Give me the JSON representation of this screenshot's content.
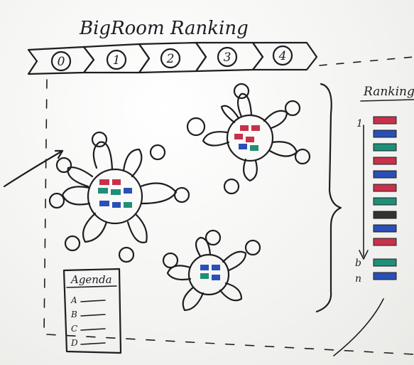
{
  "title": "BigRoom Ranking",
  "stages": [
    "0",
    "1",
    "2",
    "3",
    "4"
  ],
  "ranking": {
    "heading": "Ranking",
    "top_label": "1",
    "bottom_labels": [
      "b",
      "n"
    ],
    "bars": [
      "#c8314a",
      "#2a4fb6",
      "#1f8f78",
      "#c8314a",
      "#2a4fb6",
      "#c8314a",
      "#1f8f78",
      "#333333",
      "#2a4fb6",
      "#c8314a",
      "#1f8f78",
      "#2a4fb6"
    ]
  },
  "agenda": {
    "title": "Agenda",
    "items": [
      "A",
      "B",
      "C",
      "D"
    ]
  },
  "colors": {
    "ink": "#1e1e22",
    "red": "#c8314a",
    "blue": "#2a4fb6",
    "green": "#1f8f78"
  }
}
